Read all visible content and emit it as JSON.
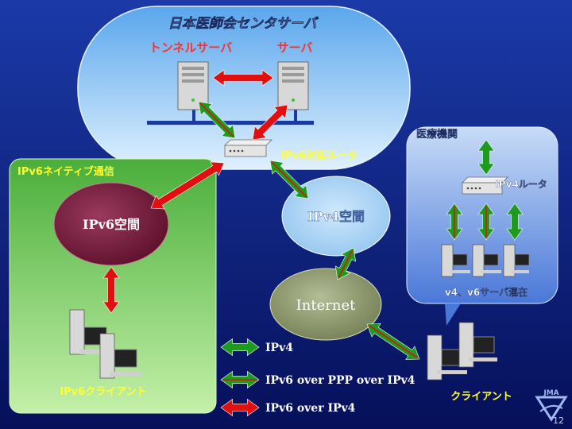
{
  "slide": {
    "page_number": "12",
    "logo_text": "JMA"
  },
  "zones": {
    "center": {
      "title": "日本医師会センタサーバ",
      "tunnel_server_label": "トンネルサーバ",
      "server_label": "サーバ",
      "router_label": "IPv6対応ルータ"
    },
    "native": {
      "title": "IPv6ネイティブ通信",
      "space_label": "IPv6空間",
      "client_label": "IPv6クライアント"
    },
    "medical": {
      "title": "医療機関",
      "router_label": "IPv4ルータ",
      "mixed_label": "v4、v6サーバ混在"
    },
    "ipv4_space": {
      "label": "IPv4空間"
    },
    "internet": {
      "label": "Internet"
    },
    "client": {
      "label": "クライアント"
    }
  },
  "legend": [
    {
      "label": "IPv4",
      "color": "#1e9a1e",
      "line": "none"
    },
    {
      "label": "IPv6 over PPP over IPv4",
      "color": "#1e9a1e",
      "line": "#e01010"
    },
    {
      "label": "IPv6 over IPv4",
      "color": "#e01010",
      "line": "none"
    }
  ],
  "colors": {
    "ipv4_arrow": "#1e9a1e",
    "ipv6_arrow": "#e01010",
    "background": "#0a1a6e",
    "label_yellow": "#ffff33"
  }
}
